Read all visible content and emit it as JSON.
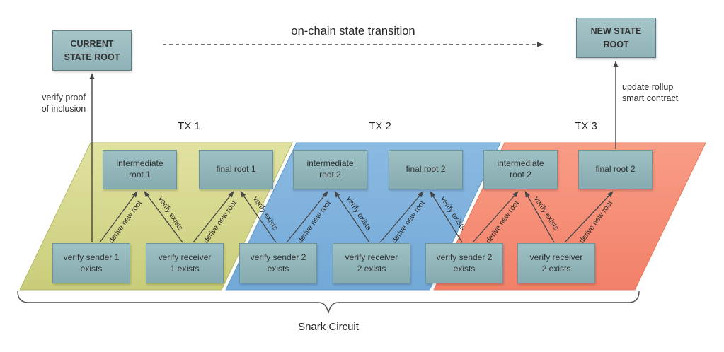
{
  "diagram": {
    "transition_label": "on-chain state transition",
    "snark_circuit_label": "Snark Circuit",
    "current_state_root": {
      "line1": "CURRENT",
      "line2": "STATE ROOT"
    },
    "new_state_root": {
      "line1": "NEW STATE",
      "line2": "ROOT"
    },
    "verify_proof": {
      "line1": "verify proof",
      "line2": "of inclusion"
    },
    "update_rollup": {
      "line1": "update rollup",
      "line2": "smart contract"
    },
    "arrow_labels": {
      "derive": "derive new root",
      "verify": "verify exists"
    },
    "colors": {
      "node_teal": "#8fb3b7",
      "tx1_fill": "#d3d584",
      "tx2_fill": "#7fb1db",
      "tx3_fill": "#f68f7a",
      "arrow": "#454545"
    },
    "sections": [
      {
        "label": "TX 1",
        "top_boxes": [
          {
            "line1": "intermediate",
            "line2": "root 1"
          },
          {
            "line1": "final root 1",
            "line2": ""
          }
        ],
        "bottom_boxes": [
          {
            "line1": "verify sender 1",
            "line2": "exists"
          },
          {
            "line1": "verify receiver",
            "line2": "1 exists"
          }
        ]
      },
      {
        "label": "TX 2",
        "top_boxes": [
          {
            "line1": "intermediate",
            "line2": "root 2"
          },
          {
            "line1": "final root 2",
            "line2": ""
          }
        ],
        "bottom_boxes": [
          {
            "line1": "verify sender 2",
            "line2": "exists"
          },
          {
            "line1": "verify receiver",
            "line2": "2 exists"
          }
        ]
      },
      {
        "label": "TX 3",
        "top_boxes": [
          {
            "line1": "intermediate",
            "line2": "root 2"
          },
          {
            "line1": "final root 2",
            "line2": ""
          }
        ],
        "bottom_boxes": [
          {
            "line1": "verify sender 2",
            "line2": "exists"
          },
          {
            "line1": "verify receiver",
            "line2": "2 exists"
          }
        ]
      }
    ]
  }
}
